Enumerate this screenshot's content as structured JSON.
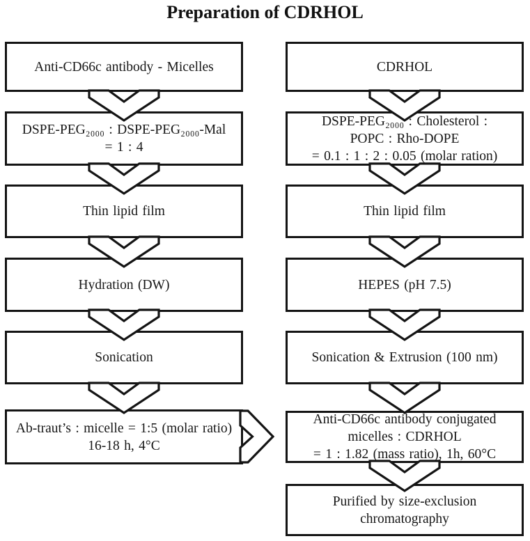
{
  "title": "Preparation of CDRHOL",
  "left_column": {
    "boxes": [
      {
        "lines": [
          "Anti-CD66c antibody - Micelles"
        ]
      },
      {
        "lines": [
          "DSPE-PEG₂₀₀₀ : DSPE-PEG₂₀₀₀-Mal",
          "= 1 : 4"
        ]
      },
      {
        "lines": [
          "Thin lipid film"
        ]
      },
      {
        "lines": [
          "Hydration (DW)"
        ]
      },
      {
        "lines": [
          "Sonication"
        ]
      },
      {
        "lines": [
          "Ab-traut’s : micelle = 1:5 (molar ratio)",
          "16-18 h, 4°C"
        ]
      }
    ]
  },
  "right_column": {
    "boxes": [
      {
        "lines": [
          "CDRHOL"
        ]
      },
      {
        "lines": [
          "DSPE-PEG₂₀₀₀ : Cholesterol :",
          "POPC : Rho-DOPE",
          "= 0.1 : 1 : 2 : 0.05 (molar ration)"
        ]
      },
      {
        "lines": [
          "Thin lipid film"
        ]
      },
      {
        "lines": [
          "HEPES (pH 7.5)"
        ]
      },
      {
        "lines": [
          "Sonication & Extrusion (100 nm)"
        ]
      },
      {
        "lines": [
          "Anti-CD66c antibody conjugated",
          "micelles : CDRHOL",
          "= 1 : 1.82 (mass ratio), 1h, 60°C"
        ]
      },
      {
        "lines": [
          "Purified by size-exclusion",
          "chromatography"
        ]
      }
    ]
  }
}
